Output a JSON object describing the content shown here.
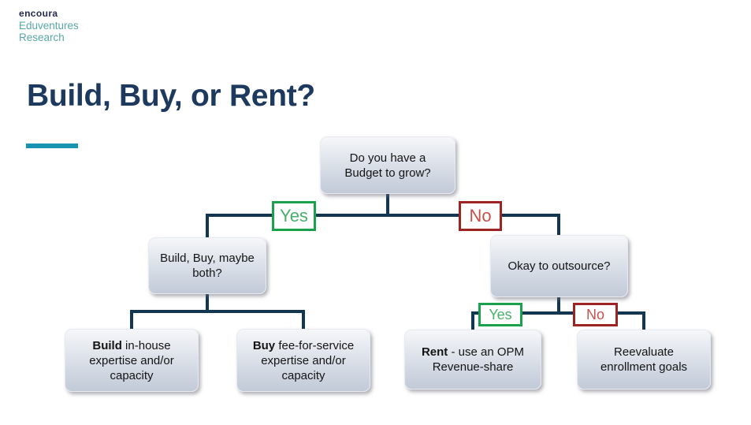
{
  "header": {
    "logo_brand": "encoura",
    "logo_sub1": "Eduventures",
    "logo_sub2": "Research",
    "title": "Build, Buy, or Rent?"
  },
  "flowchart": {
    "root": {
      "line1": "Do you have a",
      "line2": "Budget to grow?"
    },
    "branch1_yes": "Yes",
    "branch1_no": "No",
    "build_buy": {
      "line1": "Build, Buy, maybe",
      "line2": "both?"
    },
    "outsource": {
      "line1": "Okay to outsource?"
    },
    "branch2_yes": "Yes",
    "branch2_no": "No",
    "leaf_build": {
      "bold": "Build",
      "rest1": " in-house",
      "line2": "expertise and/or",
      "line3": "capacity"
    },
    "leaf_buy": {
      "bold": "Buy",
      "rest1": " fee-for-service",
      "line2": "expertise and/or",
      "line3": "capacity"
    },
    "leaf_rent": {
      "bold": "Rent",
      "rest1": " - use an OPM",
      "line2": "Revenue-share"
    },
    "leaf_reevaluate": {
      "line1": "Reevaluate",
      "line2": "enrollment goals"
    }
  },
  "colors": {
    "title_navy": "#1d3a5e",
    "accent_teal": "#1a93b2",
    "connector_navy": "#133750",
    "yes_green_border": "#1aa14b",
    "yes_green_text": "#47b169",
    "no_red_border": "#9e2423",
    "no_red_text": "#c8514c",
    "node_gradient_top": "#f6f7fa",
    "node_gradient_bottom": "#c2cad8",
    "logo_navy": "#242a4d",
    "logo_teal": "#58a8a6"
  }
}
